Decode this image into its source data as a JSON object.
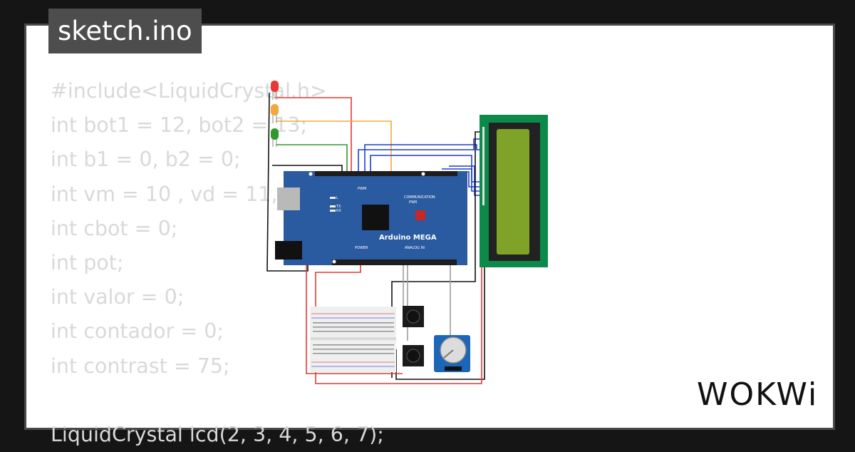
{
  "tab": {
    "filename": "sketch.ino"
  },
  "code": {
    "lines": [
      "#include<LiquidCrystal.h>",
      "int bot1 = 12, bot2 = 13;",
      "int b1 = 0, b2 = 0;",
      "int vm = 10 , vd = 11, va = 9;",
      "int cbot = 0;",
      "int pot;",
      "int valor = 0;",
      "int contador = 0;",
      "int contrast = 75;",
      "",
      "LiquidCrystal lcd(2, 3, 4, 5, 6, 7);"
    ]
  },
  "board": {
    "name": "Arduino MEGA",
    "labels": {
      "pwm": "PWM",
      "communication": "COMMUNICATION",
      "power": "POWER",
      "analog": "ANALOG IN",
      "pwr": "PWR",
      "l": "L",
      "tx": "TX",
      "rx": "RX"
    }
  },
  "brand": {
    "logo_text": "WOKWi"
  },
  "colors": {
    "background": "#151515",
    "card": "#ffffff",
    "tab": "#4d4d4d",
    "code_text": "#d9d9d9",
    "board": "#2a5aa0",
    "lcd_pcb": "#0c8a4a",
    "lcd_screen": "#7fa228",
    "wire_red": "#e53935",
    "wire_yellow": "#f2a83b",
    "wire_green": "#2e9a2e",
    "wire_blue": "#1e3fcf",
    "wire_black": "#111111"
  }
}
